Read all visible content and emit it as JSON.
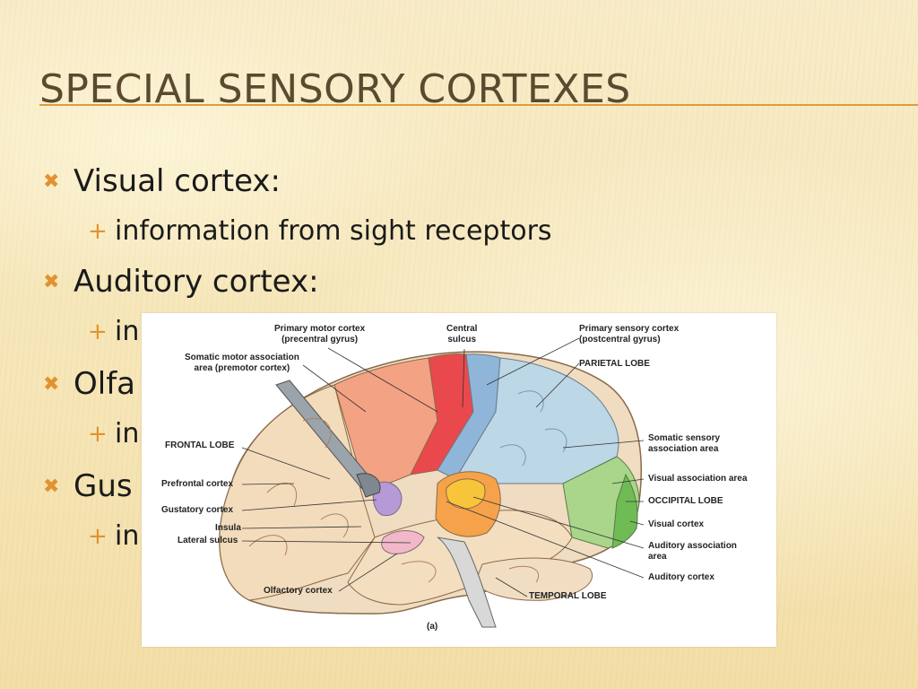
{
  "slide": {
    "title": "Special Sensory Cortexes",
    "bullets": [
      {
        "text": "Visual cortex:",
        "sub": "information from sight receptors"
      },
      {
        "text": "Auditory cortex:",
        "sub": "in"
      },
      {
        "text": "Olfa",
        "sub": "in"
      },
      {
        "text": "Gus",
        "sub": "in"
      }
    ]
  },
  "diagram": {
    "labels": {
      "primary_motor": "Primary motor cortex",
      "primary_motor_sub": "(precentral gyrus)",
      "central": "Central",
      "central_sub": "sulcus",
      "primary_sensory": "Primary sensory cortex",
      "primary_sensory_sub": "(postcentral gyrus)",
      "somatic_motor": "Somatic motor association",
      "somatic_motor_sub": "area (premotor cortex)",
      "parietal": "PARIETAL LOBE",
      "frontal": "FRONTAL LOBE",
      "somatic_sensory": "Somatic sensory",
      "somatic_sensory_sub": "association area",
      "prefrontal": "Prefrontal cortex",
      "visual_assoc": "Visual association area",
      "gustatory": "Gustatory cortex",
      "occipital": "OCCIPITAL LOBE",
      "insula": "Insula",
      "visual": "Visual cortex",
      "lateral": "Lateral sulcus",
      "auditory_assoc": "Auditory association",
      "auditory_assoc_sub": "area",
      "auditory": "Auditory cortex",
      "olfactory": "Olfactory cortex",
      "temporal": "TEMPORAL LOBE",
      "panel": "(a)"
    }
  }
}
